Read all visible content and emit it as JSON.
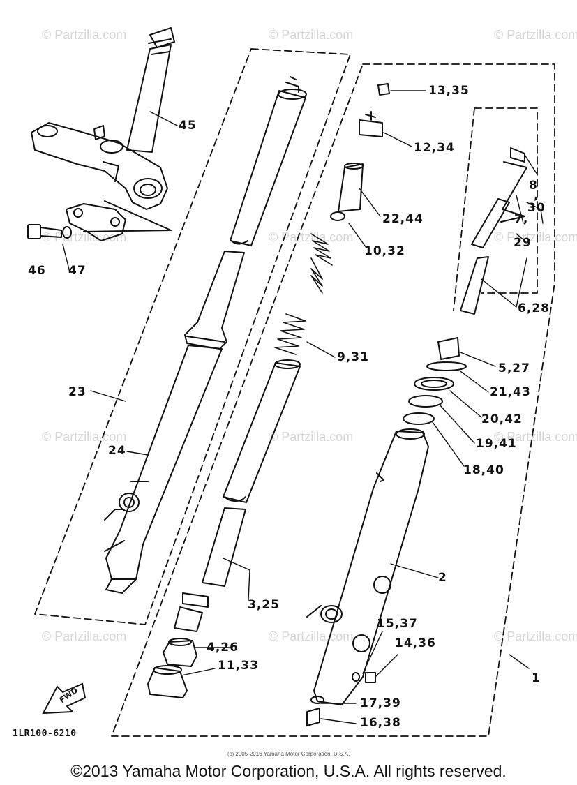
{
  "watermarks": [
    "© Partzilla.com",
    "© Partzilla.com",
    "© Partzilla.com",
    "© Partzilla.com",
    "© Partzilla.com",
    "© Partzilla.com",
    "© Partzilla.com",
    "© Partzilla.com",
    "© Partzilla.com",
    "© Partzilla.com",
    "© Partzilla.com",
    "© Partzilla.com"
  ],
  "callouts": [
    {
      "id": "45",
      "text": "45"
    },
    {
      "id": "46",
      "text": "46"
    },
    {
      "id": "47",
      "text": "47"
    },
    {
      "id": "23",
      "text": "23"
    },
    {
      "id": "24",
      "text": "24"
    },
    {
      "id": "13_35",
      "text": "13,35"
    },
    {
      "id": "12_34",
      "text": "12,34"
    },
    {
      "id": "22_44",
      "text": "22,44"
    },
    {
      "id": "10_32",
      "text": "10,32"
    },
    {
      "id": "9_31",
      "text": "9,31"
    },
    {
      "id": "8",
      "text": "8"
    },
    {
      "id": "comma1",
      "text": ","
    },
    {
      "id": "30",
      "text": "30"
    },
    {
      "id": "7",
      "text": "7,"
    },
    {
      "id": "29",
      "text": "29"
    },
    {
      "id": "6_28",
      "text": "6,28"
    },
    {
      "id": "5_27",
      "text": "5,27"
    },
    {
      "id": "21_43",
      "text": "21,43"
    },
    {
      "id": "20_42",
      "text": "20,42"
    },
    {
      "id": "19_41",
      "text": "19,41"
    },
    {
      "id": "18_40",
      "text": "18,40"
    },
    {
      "id": "2",
      "text": "2"
    },
    {
      "id": "3_25",
      "text": "3,25"
    },
    {
      "id": "4_26",
      "text": "4,26"
    },
    {
      "id": "11_33",
      "text": "11,33"
    },
    {
      "id": "15_37",
      "text": "15,37"
    },
    {
      "id": "14_36",
      "text": "14,36"
    },
    {
      "id": "1",
      "text": "1"
    },
    {
      "id": "17_39",
      "text": "17,39"
    },
    {
      "id": "16_38",
      "text": "16,38"
    }
  ],
  "fwd_label": "FWD",
  "diagram_code": "1LR100-6210",
  "small_copyright": "(c) 2005-2016 Yamaha Motor Corporation, U.S.A.",
  "copyright": "©2013 Yamaha Motor Corporation, U.S.A. All rights reserved.",
  "colors": {
    "ink": "#111111",
    "watermark": "#d6d6d6",
    "background": "#ffffff"
  }
}
